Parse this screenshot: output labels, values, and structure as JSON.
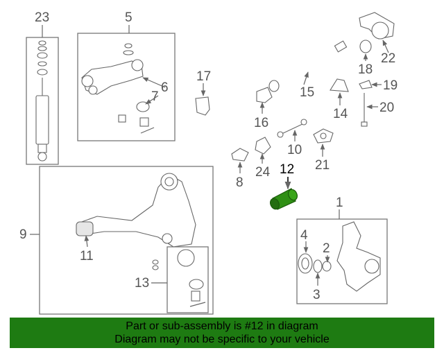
{
  "callouts": {
    "c1": "1",
    "c2": "2",
    "c3": "3",
    "c4": "4",
    "c5": "5",
    "c6": "6",
    "c7": "7",
    "c8": "8",
    "c9": "9",
    "c10": "10",
    "c11": "11",
    "c12": "12",
    "c13": "13",
    "c14": "14",
    "c15": "15",
    "c16": "16",
    "c17": "17",
    "c18": "18",
    "c19": "19",
    "c20": "20",
    "c21": "21",
    "c22": "22",
    "c23": "23",
    "c24": "24"
  },
  "highlighted_part": "12",
  "colors": {
    "highlight": "#2f8f14",
    "banner": "#1e7b12"
  },
  "banner": {
    "line1": "Part or sub-assembly is #12 in diagram",
    "line2": "Diagram may not be specific to your vehicle"
  }
}
